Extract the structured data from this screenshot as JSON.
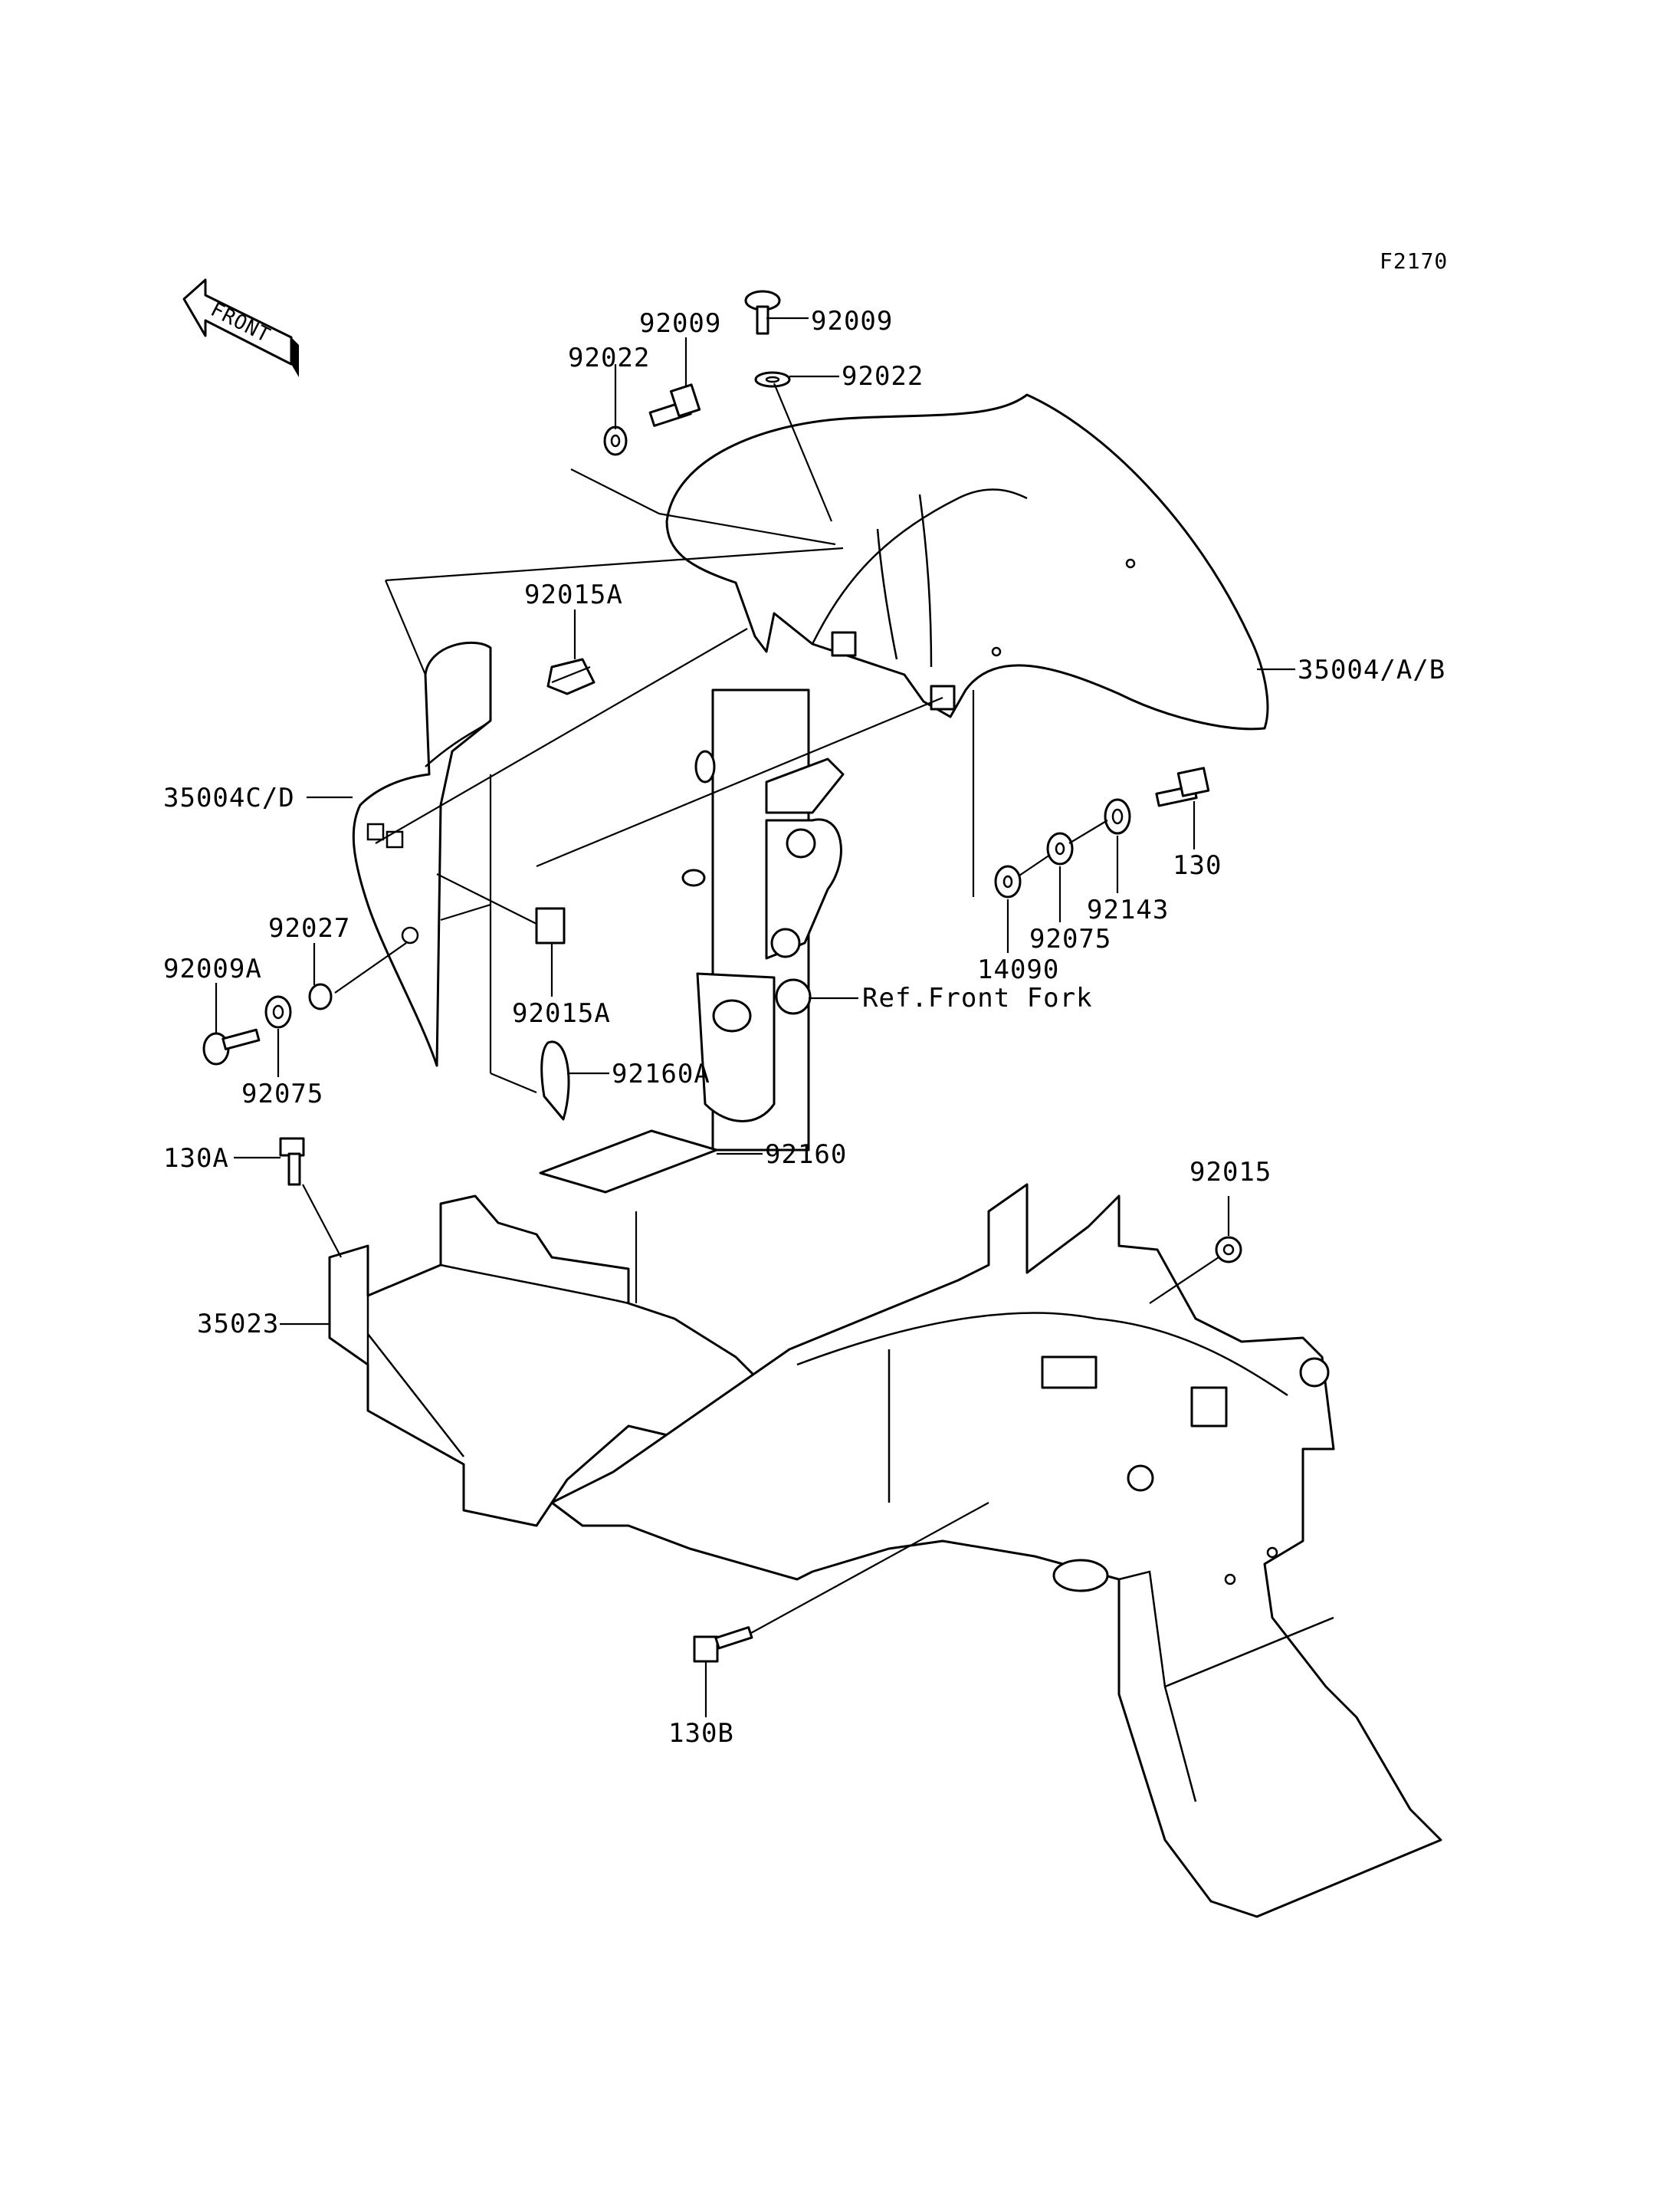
{
  "figure_code": "F2170",
  "front_marker": "FRONT",
  "callouts": {
    "bolt_top_left": "92009",
    "bolt_top_right": "92009",
    "washer_top_left": "92022",
    "washer_top_right": "92022",
    "clip_upper": "92015A",
    "clip_lower": "92015A",
    "front_fender": "35004/A/B",
    "inner_fender": "35004C/D",
    "collar": "92027",
    "bolt_side": "92009A",
    "washer_side": "92075",
    "bolt_130": "130",
    "collar_92143": "92143",
    "washer_92075": "92075",
    "washer_14090": "14090",
    "front_fork_ref": "Ref.Front Fork",
    "pad_92160a": "92160A",
    "pad_92160": "92160",
    "bolt_130a": "130A",
    "tray_35023": "35023",
    "nut_92015": "92015",
    "bolt_130b": "130B"
  }
}
